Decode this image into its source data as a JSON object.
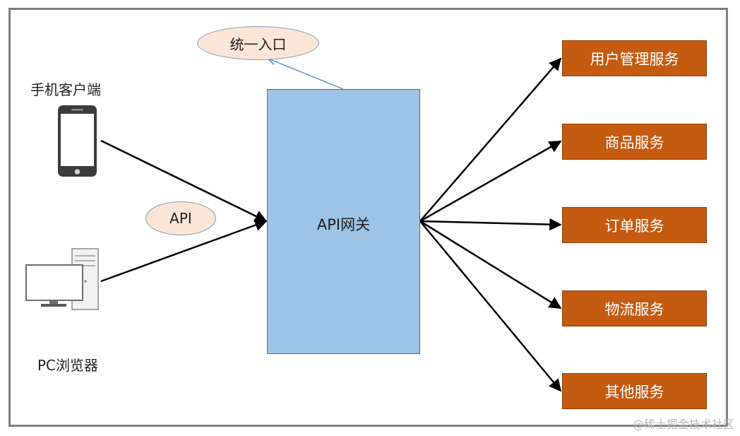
{
  "entry_label": "统一入口",
  "api_label": "API",
  "gateway_label": "API网关",
  "clients": {
    "mobile": "手机客户端",
    "pc": "PC浏览器"
  },
  "services": [
    {
      "label": "用户管理服务"
    },
    {
      "label": "商品服务"
    },
    {
      "label": "订单服务"
    },
    {
      "label": "物流服务"
    },
    {
      "label": "其他服务"
    }
  ],
  "watermark": "@稀土掘金技术社区",
  "colors": {
    "gateway_fill": "#9dc3e6",
    "service_fill": "#c55a11",
    "ellipse_fill": "#fbe5d6",
    "entry_arrow": "#5b9bd5"
  },
  "icons": [
    "smartphone-icon",
    "desktop-computer-icon",
    "cloud-sticker-icon"
  ]
}
